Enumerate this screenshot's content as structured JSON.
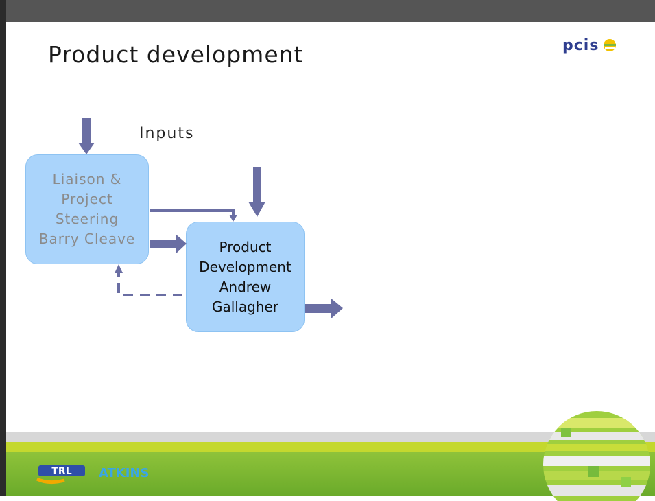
{
  "slide": {
    "title": "Product development",
    "inputs_label": "Inputs"
  },
  "boxes": {
    "liaison": {
      "lines": [
        "Liaison &",
        "Project",
        "Steering",
        "Barry Cleave"
      ],
      "fill": "#aad4fb",
      "text_color": "#8b8b8b"
    },
    "product": {
      "lines": [
        "Product",
        "Development",
        "Andrew",
        "Gallagher"
      ],
      "fill": "#aad4fb",
      "text_color": "#111111"
    }
  },
  "arrows": {
    "color": "#6a6ea3",
    "feedback": "dashed"
  },
  "logos": {
    "top_right": "pcis",
    "footer_left": "TRL",
    "footer_right": "ATKINS"
  },
  "colors": {
    "top_bar": "#555555",
    "band_lime": "#c4d82e",
    "band_green": "#8fc33a"
  }
}
